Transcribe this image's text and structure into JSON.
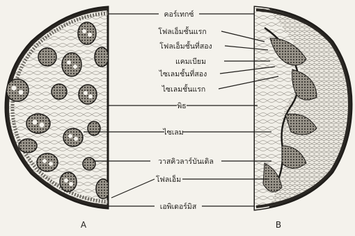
{
  "labels": [
    "คอร์เทกซ์",
    "โฟลเอ็มชั้นแรก",
    "โฟลเอ็มชั้นที่สอง",
    "แคมเบียม",
    "ไซเลมชั้นที่สอง",
    "ไซเลมชั้นแรก",
    "พิธ",
    "ไซเลม",
    "วาสคิวลาร์บันเดิล",
    "โฟลเอ็ม",
    "เอพิเดอร์มิส"
  ],
  "panels": {
    "left": "A",
    "right": "B"
  },
  "colors": {
    "background": "#f4f2ec",
    "ink": "#1f1d1a",
    "tissue": "#e9e6de"
  }
}
